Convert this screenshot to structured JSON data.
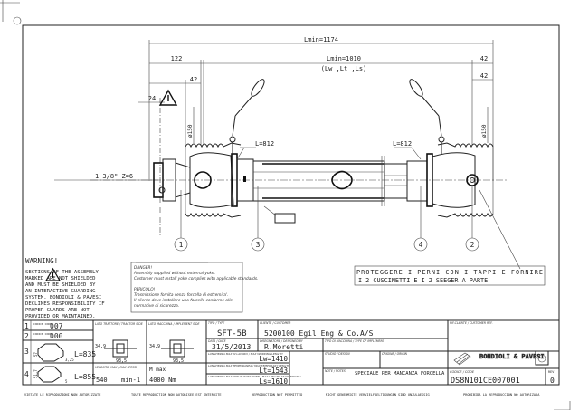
{
  "dimensions": {
    "lmin_total": "Lmin=1174",
    "lmin_inner": "Lmin=1010",
    "lmin_inner_sub": "(Lw ,Lt ,Ls)",
    "left_offset": "122",
    "right_42_top": "42",
    "right_42_bottom": "42",
    "left_42": "42",
    "left_24": "24",
    "dia_left": "ø150",
    "dia_right": "ø150",
    "spline": "1 3/8\" Z=6",
    "guard_left_length": "L=812",
    "guard_right_length": "L=812"
  },
  "callouts": [
    "1",
    "3",
    "4",
    "2"
  ],
  "note_box": {
    "line1": "PROTEGGERE I PERNI CON I TAPPI E FORNIRE",
    "line2": "I 2 CUSCINETTI E I 2 SEEGER A PARTE"
  },
  "warning": {
    "title": "WARNING!",
    "lines": [
      "SECTIONS    OF THE ASSEMBLY",
      "MARKED      ARE NOT SHIELDED",
      "AND MUST BE SHIELDED BY",
      "AN INTERACTIVE GUARDING",
      "SYSTEM. BONDIOLI & PAVESI",
      "DECLINES RESPONSIBILITY IF",
      "PROPER GUARDS ARE NOT",
      "PROVIDED OR MAINTAINED."
    ]
  },
  "danger": {
    "lines": [
      "DANGER!",
      "Assembly supplied without external yoke.",
      "Customer must install yoke complies with applicable standards.",
      "",
      "PERICOLO!",
      "Trasmissione fornita senza forcella di estremita'.",
      "Il cliente deve installare una forcella conforme alle",
      "normative di sicurezza."
    ]
  },
  "components": [
    {
      "num": "1",
      "label": "CODICE CODE",
      "value": "007"
    },
    {
      "num": "2",
      "label": "CODICE CODE",
      "value": "000"
    },
    {
      "num": "3",
      "profile_a": "57",
      "profile_b": "3,25",
      "length": "L=835"
    },
    {
      "num": "4",
      "profile_a": "51,7",
      "profile_b": "5",
      "length": "L=855"
    }
  ],
  "tractor_side": {
    "label": "LATO TRATTORE / TRACTOR SIDE",
    "dim_h": "34,9",
    "dim_w": "93,5"
  },
  "implement_side": {
    "label": "LATO MACCHINA / IMPLEMENT SIDE",
    "dim_h": "34,9",
    "dim_w": "93,5"
  },
  "speed": {
    "label": "VELOCITA' MAX / MAX SPEED",
    "value": "540",
    "unit": "min-1"
  },
  "torque": {
    "label": "M max",
    "value": "4000 Nm"
  },
  "title_block": {
    "type_label": "TIPO / TYPE",
    "type_value": "SFT-5B",
    "customer_label": "CLIENTE / CUSTOMER",
    "customer_value": "5200100  Egil Eng & Co.A/S",
    "date_label": "DATA / DATE",
    "date_value": "31/5/2013",
    "designer_label": "DISEGNATORE / DESIGNED BY",
    "designer_value": "R.Moretti",
    "machine_label": "TIPO DI MACCHINA / TYPE OF IMPLEMENT",
    "study_label": "STUDIO / DESIGN",
    "origin_label": "ORIGINE / ORIGIN",
    "lw_label": "LUNGHEZZA MAX IN LAVORO / MAX WORKING LENGTH",
    "lw_value": "Lw=1410",
    "lt_label": "LUNGHEZZA MAX TEMPORANEA / MAX TEMPORARY LENGTH",
    "lt_value": "Lt=1543",
    "ls_label": "LUNGHEZZA MAX NON IN ROTAZIONE / MAX LENGTH AT STANDSTILL",
    "ls_value": "Ls=1610",
    "notes_label": "NOTE / NOTES",
    "notes_value": "SPECIALE PER MANCANZA FORCELLA",
    "ref_label": "RIF.CLIENTE / CUSTOMER REF.",
    "brand": "BONDIOLI & PAVESI",
    "code_label": "CODICE / CODE",
    "code_value": "DS8N101CE007001",
    "rev_label": "REV.",
    "rev_value": "0"
  },
  "footer": [
    "VIETATE LE RIPRODUZIONI NON AUTORIZZATE",
    "TOUTE REPRODUCTION NON AUTORISEE EST INTERDITE",
    "REPRODUCTION NOT PERMITTED",
    "NICHT GENEHMIGTE VERVIELFAELTIGUNGEN SIND UNZULAESSIG",
    "PROHIBIDA LA REPRODUCCION NO AUTORIZADA"
  ]
}
